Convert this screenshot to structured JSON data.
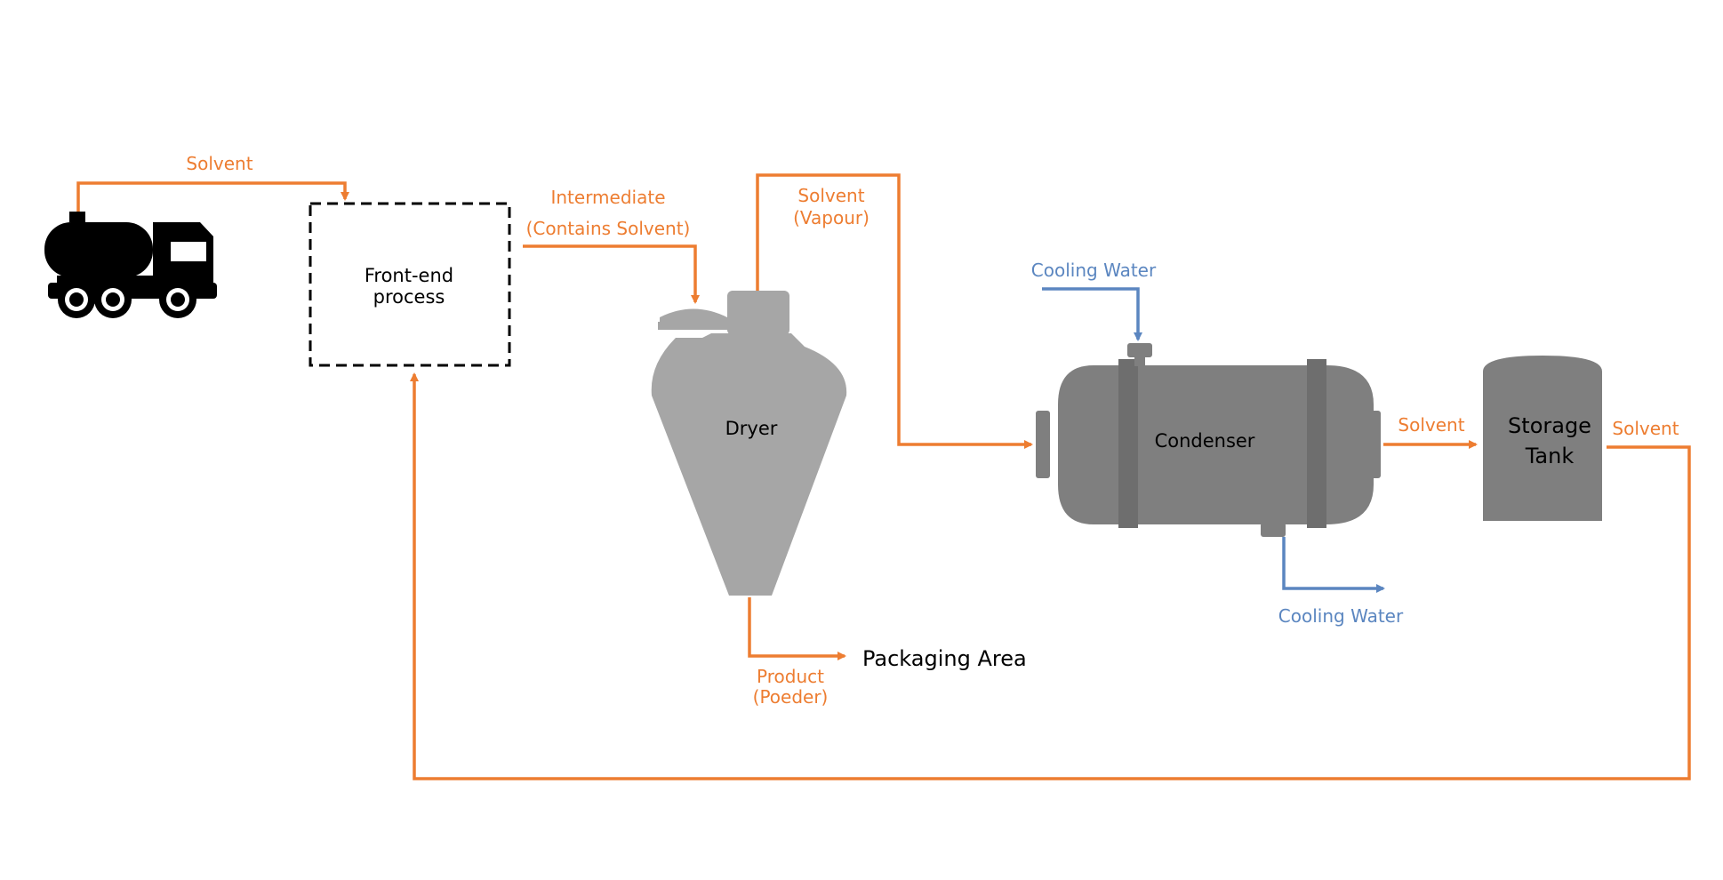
{
  "colors": {
    "solvent_line": "#ED7D31",
    "cooling_line": "#5B86C0",
    "equipment": "#A6A6A6",
    "equipment_dark": "#7F7F7F",
    "truck": "#000000"
  },
  "labels": {
    "solvent_in": "Solvent",
    "front_end_1": "Front-end",
    "front_end_2": "process",
    "intermediate_1": "Intermediate",
    "intermediate_2": "(Contains Solvent)",
    "vapour_1": "Solvent",
    "vapour_2": "(Vapour)",
    "dryer": "Dryer",
    "condenser": "Condenser",
    "cooling_in": "Cooling Water",
    "cooling_out": "Cooling Water",
    "solvent_to_tank": "Solvent",
    "tank_1": "Storage",
    "tank_2": "Tank",
    "solvent_out": "Solvent",
    "product_1": "Product",
    "product_2": "(Poeder)",
    "packaging": "Packaging Area"
  },
  "icons": {
    "truck": "tanker-truck-icon"
  }
}
